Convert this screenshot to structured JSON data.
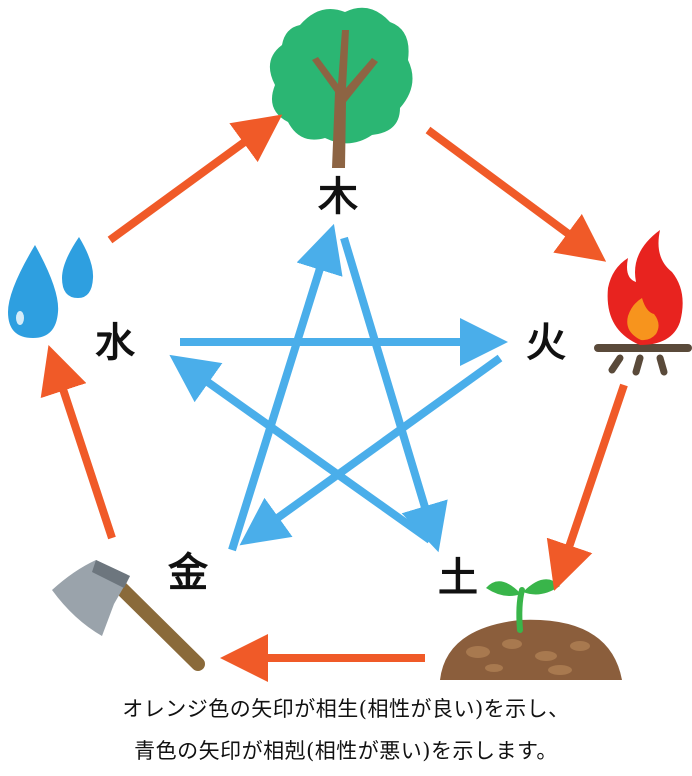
{
  "elements": {
    "wood": "木",
    "fire": "火",
    "earth": "土",
    "metal": "金",
    "water": "水"
  },
  "caption": {
    "line1": "オレンジ色の矢印が相生(相性が良い)を示し、",
    "line2": "青色の矢印が相剋(相性が悪い)を示します。"
  },
  "colors": {
    "generating_arrow": "#f05a28",
    "overcoming_arrow": "#4aaeea",
    "tree_foliage": "#2bb673",
    "trunk": "#8d6443",
    "water_drop": "#2e9fe0",
    "flame_outer": "#e8231f",
    "flame_inner": "#f7941d",
    "soil": "#8b5e3c",
    "sprout": "#39b54a",
    "axe_blade": "#9aa3ab",
    "axe_handle": "#8a6a3a"
  },
  "icons": [
    "tree-icon",
    "flame-icon",
    "sprout-icon",
    "axe-icon",
    "water-drop-icon"
  ],
  "generating_cycle": [
    [
      "wood",
      "fire"
    ],
    [
      "fire",
      "earth"
    ],
    [
      "earth",
      "metal"
    ],
    [
      "metal",
      "water"
    ],
    [
      "water",
      "wood"
    ]
  ],
  "overcoming_cycle": [
    [
      "wood",
      "earth"
    ],
    [
      "earth",
      "water"
    ],
    [
      "water",
      "fire"
    ],
    [
      "fire",
      "metal"
    ],
    [
      "metal",
      "wood"
    ]
  ]
}
